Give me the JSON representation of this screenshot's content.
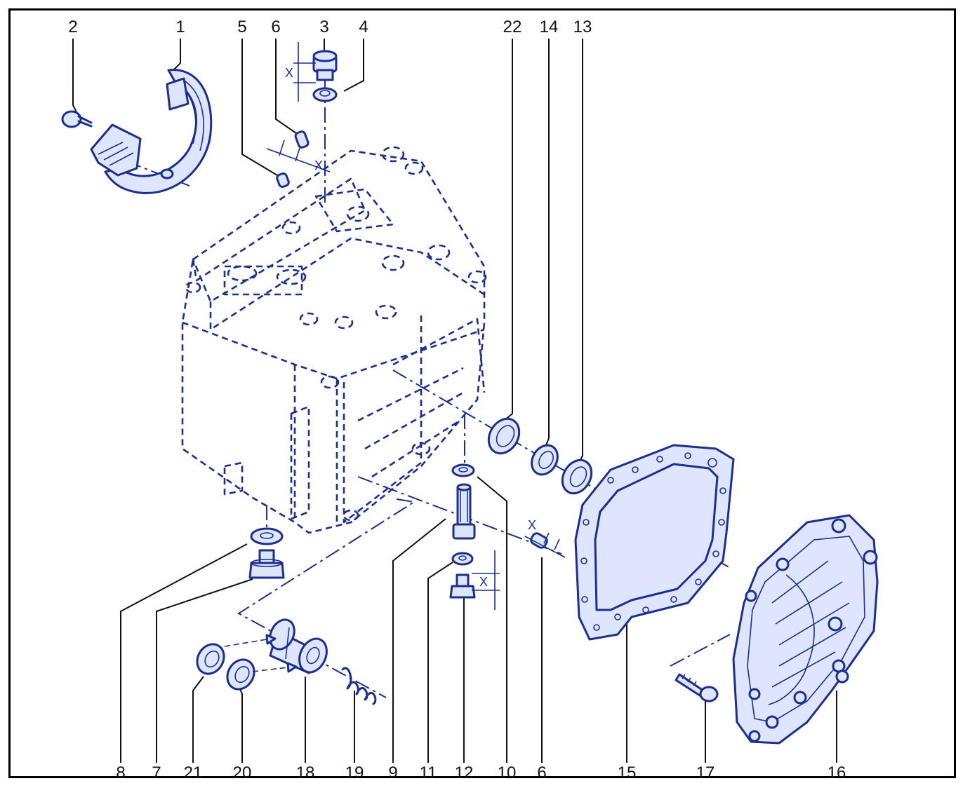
{
  "colors": {
    "ink": "#1a2f8f",
    "frame": "#000000",
    "background": "#ffffff"
  },
  "callouts_top": [
    "2",
    "1",
    "5",
    "6",
    "3",
    "4",
    "22",
    "14",
    "13"
  ],
  "callouts_bottom": [
    "8",
    "7",
    "21",
    "20",
    "18",
    "19",
    "9",
    "11",
    "12",
    "10",
    "6",
    "15",
    "17",
    "16"
  ],
  "dimension_mark": "X"
}
